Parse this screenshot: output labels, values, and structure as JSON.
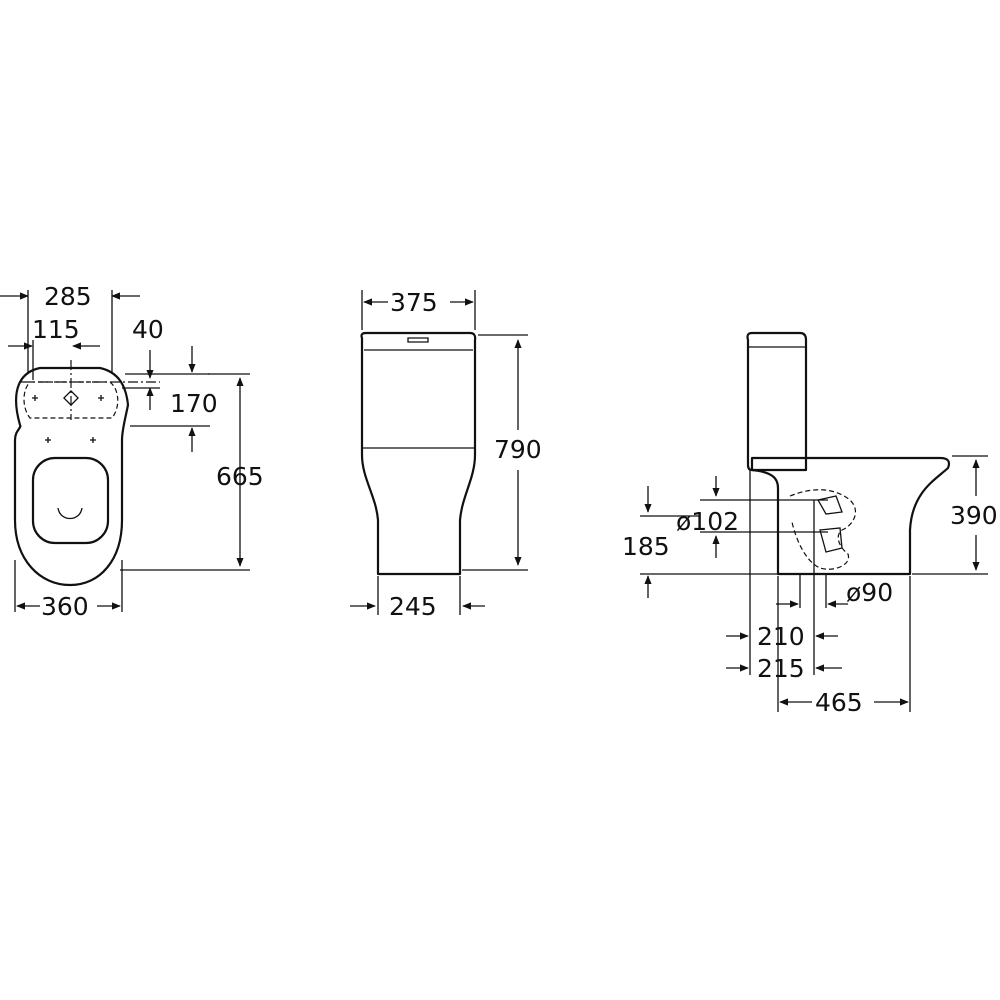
{
  "plan_view": {
    "overall_width": "285",
    "hole_offset": "115",
    "tank_offset": "40",
    "fixing_distance": "170",
    "total_depth": "665",
    "bowl_width": "360"
  },
  "front_view": {
    "tank_width": "375",
    "total_height": "790",
    "base_width": "245"
  },
  "side_view": {
    "inlet_diameter": "ø102",
    "inlet_height": "185",
    "bowl_height": "390",
    "outlet_diameter": "ø90",
    "outlet_min": "210",
    "outlet_max": "215",
    "base_depth": "465"
  }
}
